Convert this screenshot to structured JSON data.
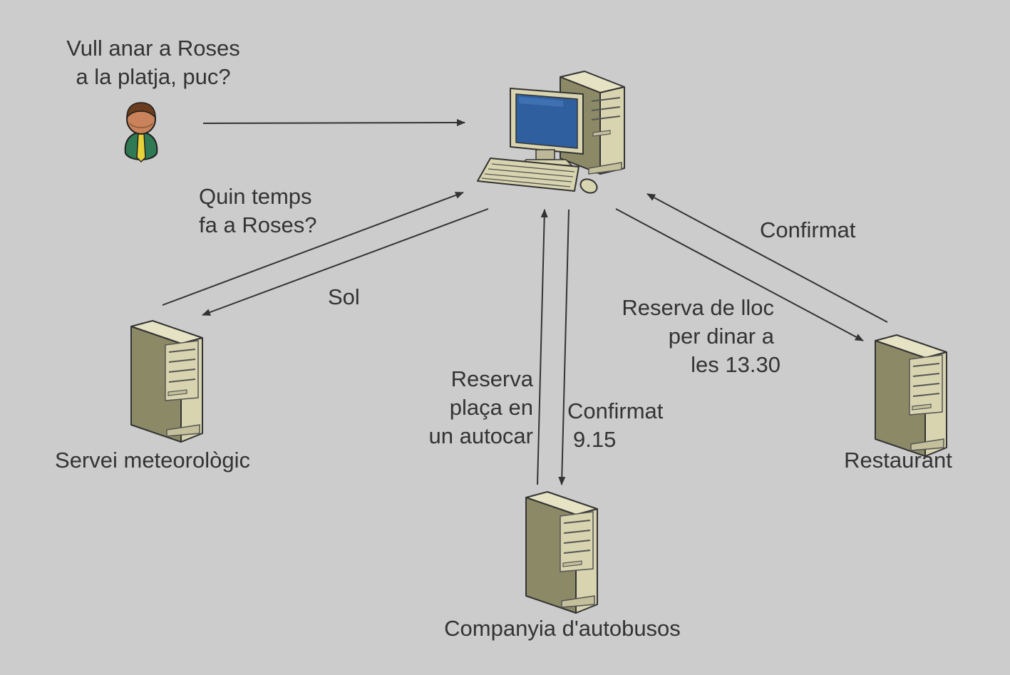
{
  "colors": {
    "background": "#cccccc",
    "text": "#333333",
    "arrow": "#333333",
    "server_body": "#d8d4b0",
    "server_side": "#8c8a66",
    "monitor_screen": "#2f5f9e"
  },
  "icons": {
    "user": "user-icon",
    "workstation": "computer-workstation-icon",
    "server": "server-tower-icon"
  },
  "labels": {
    "user_request": [
      "Vull anar a Roses",
      "a la platja, puc?"
    ],
    "weather_query": [
      "Quin temps",
      "fa a Roses?"
    ],
    "weather_reply": [
      "Sol"
    ],
    "bus_request": [
      "Reserva",
      "plaça en",
      "un autocar"
    ],
    "bus_reply": [
      "Confirmat",
      "9.15"
    ],
    "restaurant_request": [
      "Reserva de lloc",
      "per dinar a",
      "les 13.30"
    ],
    "restaurant_reply": [
      "Confirmat"
    ]
  },
  "nodes": {
    "weather_service": "Servei meteorològic",
    "bus_company": "Companyia d'autobusos",
    "restaurant": "Restaurant"
  }
}
